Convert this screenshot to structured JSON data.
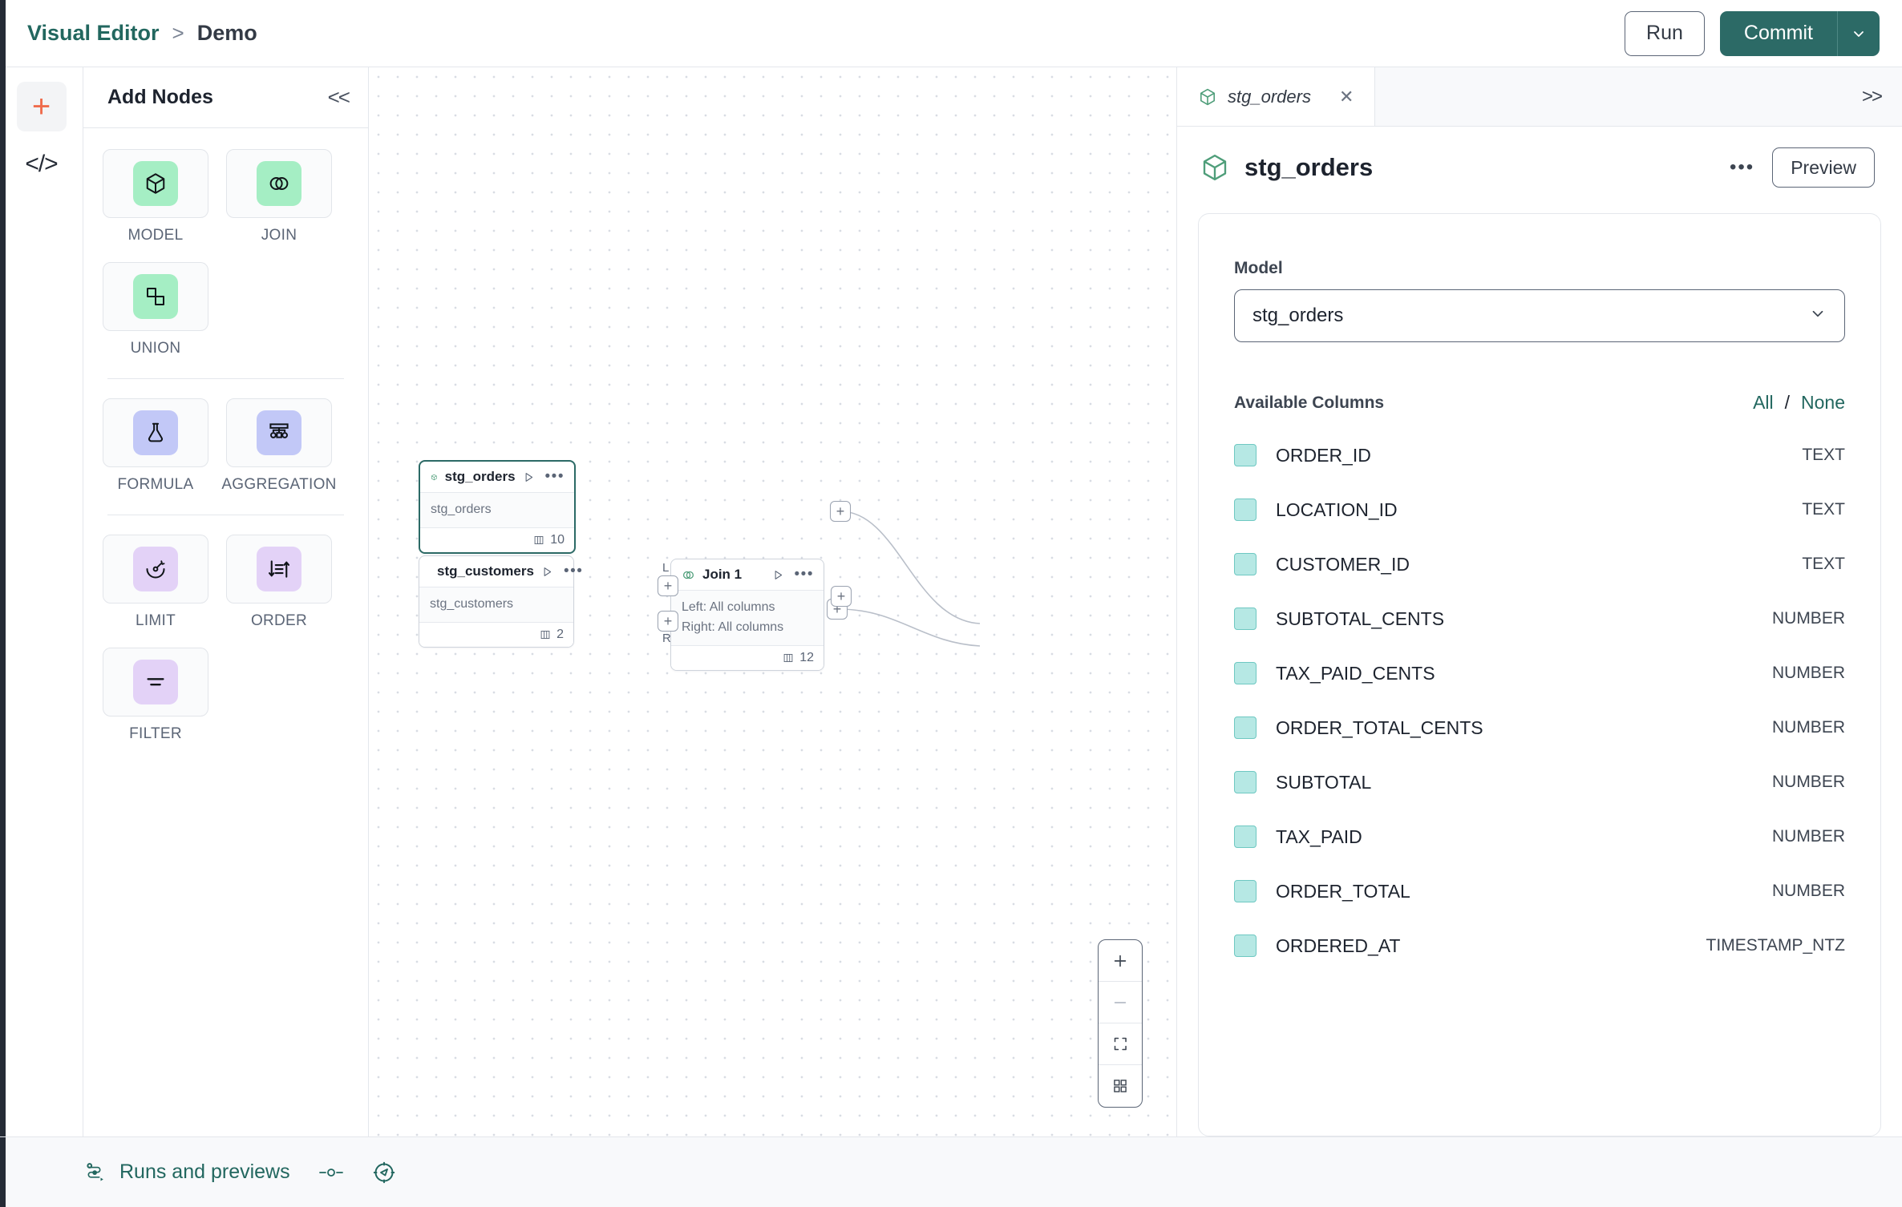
{
  "topbar": {
    "breadcrumb": {
      "root": "Visual Editor",
      "separator": ">",
      "current": "Demo"
    },
    "run_label": "Run",
    "commit_label": "Commit",
    "commit_caret_icon": "chevron-down-icon"
  },
  "rail": {
    "add_icon": "plus-icon",
    "code_icon": "code-brackets-icon"
  },
  "nodes_panel": {
    "title": "Add Nodes",
    "collapse_icon": "chevron-double-left-icon",
    "groups": [
      {
        "items": [
          {
            "label": "MODEL",
            "icon": "cube-icon",
            "color": "green"
          },
          {
            "label": "JOIN",
            "icon": "venn-circles-icon",
            "color": "green"
          },
          {
            "label": "UNION",
            "icon": "union-shapes-icon",
            "color": "green"
          }
        ]
      },
      {
        "items": [
          {
            "label": "FORMULA",
            "icon": "flask-icon",
            "color": "blue"
          },
          {
            "label": "AGGREGATION",
            "icon": "aggregation-tree-icon",
            "color": "blue"
          }
        ]
      },
      {
        "items": [
          {
            "label": "LIMIT",
            "icon": "limit-gauge-icon",
            "color": "purple"
          },
          {
            "label": "ORDER",
            "icon": "sort-arrows-icon",
            "color": "purple"
          },
          {
            "label": "FILTER",
            "icon": "filter-lines-icon",
            "color": "purple"
          }
        ]
      }
    ]
  },
  "canvas": {
    "nodes": [
      {
        "id": "stg_orders",
        "title": "stg_orders",
        "icon": "cube-icon",
        "selected": true,
        "body_lines": [
          "stg_orders"
        ],
        "column_count": "10",
        "column_icon": "columns-icon",
        "run_icon": "play-icon",
        "more_icon": "ellipsis-icon"
      },
      {
        "id": "stg_customers",
        "title": "stg_customers",
        "icon": "cube-icon",
        "selected": false,
        "body_lines": [
          "stg_customers"
        ],
        "column_count": "2",
        "column_icon": "columns-icon",
        "run_icon": "play-icon",
        "more_icon": "ellipsis-icon"
      },
      {
        "id": "join_1",
        "title": "Join 1",
        "icon": "venn-circles-icon",
        "selected": false,
        "body_lines": [
          "Left: All columns",
          "Right: All columns"
        ],
        "column_count": "12",
        "column_icon": "columns-icon",
        "run_icon": "play-icon",
        "more_icon": "ellipsis-icon"
      }
    ],
    "handles": {
      "plus": "+",
      "left_label": "L",
      "right_label": "R"
    },
    "zoom_controls": [
      {
        "icon": "zoom-in-icon",
        "name": "zoom-in-button"
      },
      {
        "icon": "zoom-out-icon",
        "name": "zoom-out-button"
      },
      {
        "icon": "fit-view-icon",
        "name": "fit-view-button"
      },
      {
        "icon": "minimap-icon",
        "name": "toggle-minimap-button"
      }
    ]
  },
  "right_panel": {
    "tab": {
      "label": "stg_orders",
      "icon": "cube-icon",
      "close_icon": "close-icon"
    },
    "expand_icon": "chevron-double-right-icon",
    "header": {
      "title": "stg_orders",
      "icon": "cube-icon",
      "more_icon": "ellipsis-icon",
      "preview_label": "Preview"
    },
    "model_field": {
      "label": "Model",
      "value": "stg_orders",
      "caret_icon": "chevron-down-icon"
    },
    "columns_section": {
      "title": "Available Columns",
      "all_label": "All",
      "separator": "/",
      "none_label": "None",
      "rows": [
        {
          "name": "ORDER_ID",
          "type": "TEXT",
          "checked": true
        },
        {
          "name": "LOCATION_ID",
          "type": "TEXT",
          "checked": true
        },
        {
          "name": "CUSTOMER_ID",
          "type": "TEXT",
          "checked": true
        },
        {
          "name": "SUBTOTAL_CENTS",
          "type": "NUMBER",
          "checked": true
        },
        {
          "name": "TAX_PAID_CENTS",
          "type": "NUMBER",
          "checked": true
        },
        {
          "name": "ORDER_TOTAL_CENTS",
          "type": "NUMBER",
          "checked": true
        },
        {
          "name": "SUBTOTAL",
          "type": "NUMBER",
          "checked": true
        },
        {
          "name": "TAX_PAID",
          "type": "NUMBER",
          "checked": true
        },
        {
          "name": "ORDER_TOTAL",
          "type": "NUMBER",
          "checked": true
        },
        {
          "name": "ORDERED_AT",
          "type": "TIMESTAMP_NTZ",
          "checked": true
        }
      ]
    }
  },
  "bottombar": {
    "runs_label": "Runs and previews",
    "runs_icon": "runs-flow-icon",
    "toggle_icon": "toggle-switch-icon",
    "compass_icon": "compass-icon"
  },
  "colors": {
    "brand_teal": "#22675f",
    "commit_teal": "#2c6a66",
    "accent_orange": "#ef6c4d",
    "node_green": "#a5eec4",
    "node_blue": "#c2c8f7",
    "node_purple": "#e3d2f7",
    "checkbox_teal": "#b6e8e4",
    "dark_stripe": "#252b36"
  }
}
